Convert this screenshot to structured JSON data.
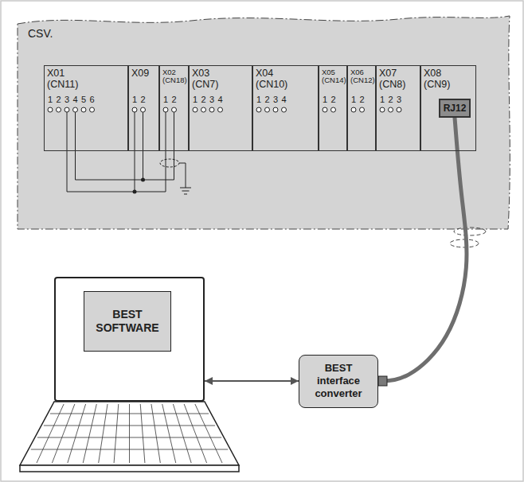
{
  "diagram": {
    "nodes": [
      {
        "text": [
          "CSV."
        ]
      },
      {
        "text": [
          "X01 (CN11)"
        ],
        "in": 0
      },
      {
        "text": [
          "X09"
        ],
        "in": 0
      },
      {
        "text": [
          "X02 (CN18)"
        ],
        "in": 0
      },
      {
        "text": [
          "X03 (CN7)"
        ],
        "in": 0
      },
      {
        "text": [
          "X04 (CN10)"
        ],
        "in": 0
      },
      {
        "text": [
          "X05 (CN14)"
        ],
        "in": 0
      },
      {
        "text": [
          "X06 (CN12)"
        ],
        "in": 0
      },
      {
        "text": [
          "X07 (CN8)"
        ],
        "in": 0
      },
      {
        "text": [
          "X08 (CN9)"
        ],
        "in": 0
      },
      {
        "text": [
          "RJ12"
        ],
        "in": 9
      },
      {
        "text": [
          "BEST SOFTWARE"
        ]
      },
      {
        "text": [
          "BEST interface converter"
        ]
      }
    ],
    "edges": [
      {
        "from": 10,
        "to": 12,
        "arrow": "none"
      },
      {
        "from": 11,
        "to": 12,
        "arrow": "both"
      }
    ],
    "labels": [
      "1",
      "2",
      "3",
      "4",
      "5",
      "6",
      "1",
      "2",
      "1",
      "2",
      "1",
      "2",
      "3",
      "4",
      "1",
      "2",
      "3",
      "4",
      "1",
      "2",
      "1",
      "2",
      "1",
      "2",
      "3"
    ]
  }
}
